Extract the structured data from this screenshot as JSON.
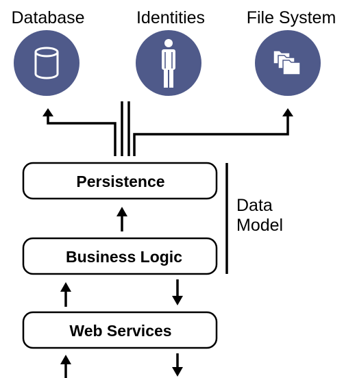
{
  "resources": [
    {
      "label": "Database",
      "icon": "cylinder-icon"
    },
    {
      "label": "Identities",
      "icon": "person-icon"
    },
    {
      "label": "File System",
      "icon": "folder-stack-icon"
    }
  ],
  "layers": {
    "persistence": "Persistence",
    "business_logic": "Business Logic",
    "web_services": "Web Services"
  },
  "data_model": {
    "line1": "Data",
    "line2": "Model"
  },
  "colors": {
    "icon_circle": "#4f5a8a",
    "icon_glyph": "#ffffff",
    "lines": "#000000",
    "box_fill": "#ffffff"
  }
}
